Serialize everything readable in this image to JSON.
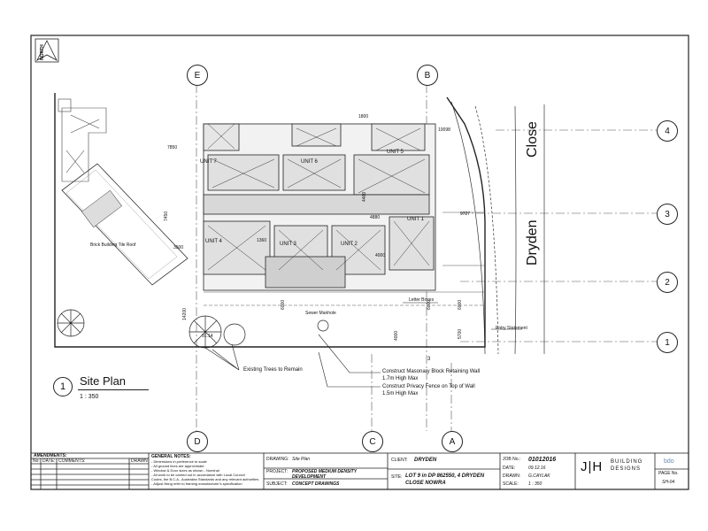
{
  "grid": {
    "top": [
      "E",
      "B"
    ],
    "bottom": [
      "D",
      "C",
      "A"
    ],
    "right": [
      "4",
      "3",
      "2",
      "1"
    ]
  },
  "compass": {
    "text": "NORTH"
  },
  "street": {
    "line1": "Close",
    "line2": "Dryden"
  },
  "units": [
    "UNIT 7",
    "UNIT 6",
    "UNIT 5",
    "UNIT 4",
    "UNIT 3",
    "UNIT 2",
    "UNIT 1"
  ],
  "dims": {
    "d1800": "1800",
    "d7850": "7850",
    "d7450": "7450",
    "d3500": "3500",
    "d1360": "1360",
    "d4460": "4460",
    "d4880": "4880",
    "d9727": "9727",
    "d4000a": "4000",
    "d14200": "14200",
    "d6000a": "6000",
    "d6000b": "6000",
    "d6000c": "6000",
    "d5700": "5700",
    "d4000b": "4000",
    "d10098": "10098",
    "spot": "91.14"
  },
  "labels": {
    "neighbour": "Brick Building Tile Roof",
    "letter_boxes": "Letter Boxes",
    "entry": "Entry Statement",
    "sewer": "Sewer Manhole",
    "lot": "3"
  },
  "callouts": {
    "trees": "Existing Trees to Remain",
    "wall_title": "Construct Masonary Block Retaining Wall",
    "wall_height": "1.7m High Max",
    "fence_title": "Construct Privacy Fence on Top of Wall",
    "fence_height": "1.5m High Max"
  },
  "plan_title": {
    "number": "1",
    "title": "Site Plan",
    "scale": "1 : 350"
  },
  "title_block": {
    "amendments": "AMENDMENTS:",
    "cols": [
      "No:",
      "DATE:",
      "COMMENTS:",
      "DRAWN"
    ],
    "notes_title": "GENERAL NOTES:",
    "notes": [
      "- Dimensions in preference to scale",
      "- All ground lines are approximate",
      "- Window & Door sizes as shown - Nominal",
      "- All work to be carried out in accordance with Local Council",
      "  Codes, the B.C.A., Australian Standards and any relevant authorities",
      "- Adjust fixing refer to framing manufacturer's specification"
    ],
    "drawing_label": "DRAWING:",
    "drawing": "Site Plan",
    "project_label": "PROJECT:",
    "project_l1": "PROPOSED MEDIUM DENSITY",
    "project_l2": "DEVELOPMENT",
    "subject_label": "SUBJECT:",
    "subject": "CONCEPT DRAWINGS",
    "client_label": "CLIENT:",
    "client": "DRYDEN",
    "site_label": "SITE:",
    "site_l1": "LOT 9 in DP 862550, 4 DRYDEN",
    "site_l2": "CLOSE NOWRA",
    "job_label": "JOB No.:",
    "job": "01012016",
    "date_label": "DATE:",
    "date": "09.12.16",
    "drawn_label": "DRAWN:",
    "drawn": "G.CAYLAK",
    "scale_label": "SCALE:",
    "scale": "1 : 350",
    "logo_mark": "J|H",
    "logo_l1": "BUILDING",
    "logo_l2": "DESIGNS",
    "badge": "bdo",
    "page_label": "PAGE No.",
    "page": "SH-04"
  }
}
